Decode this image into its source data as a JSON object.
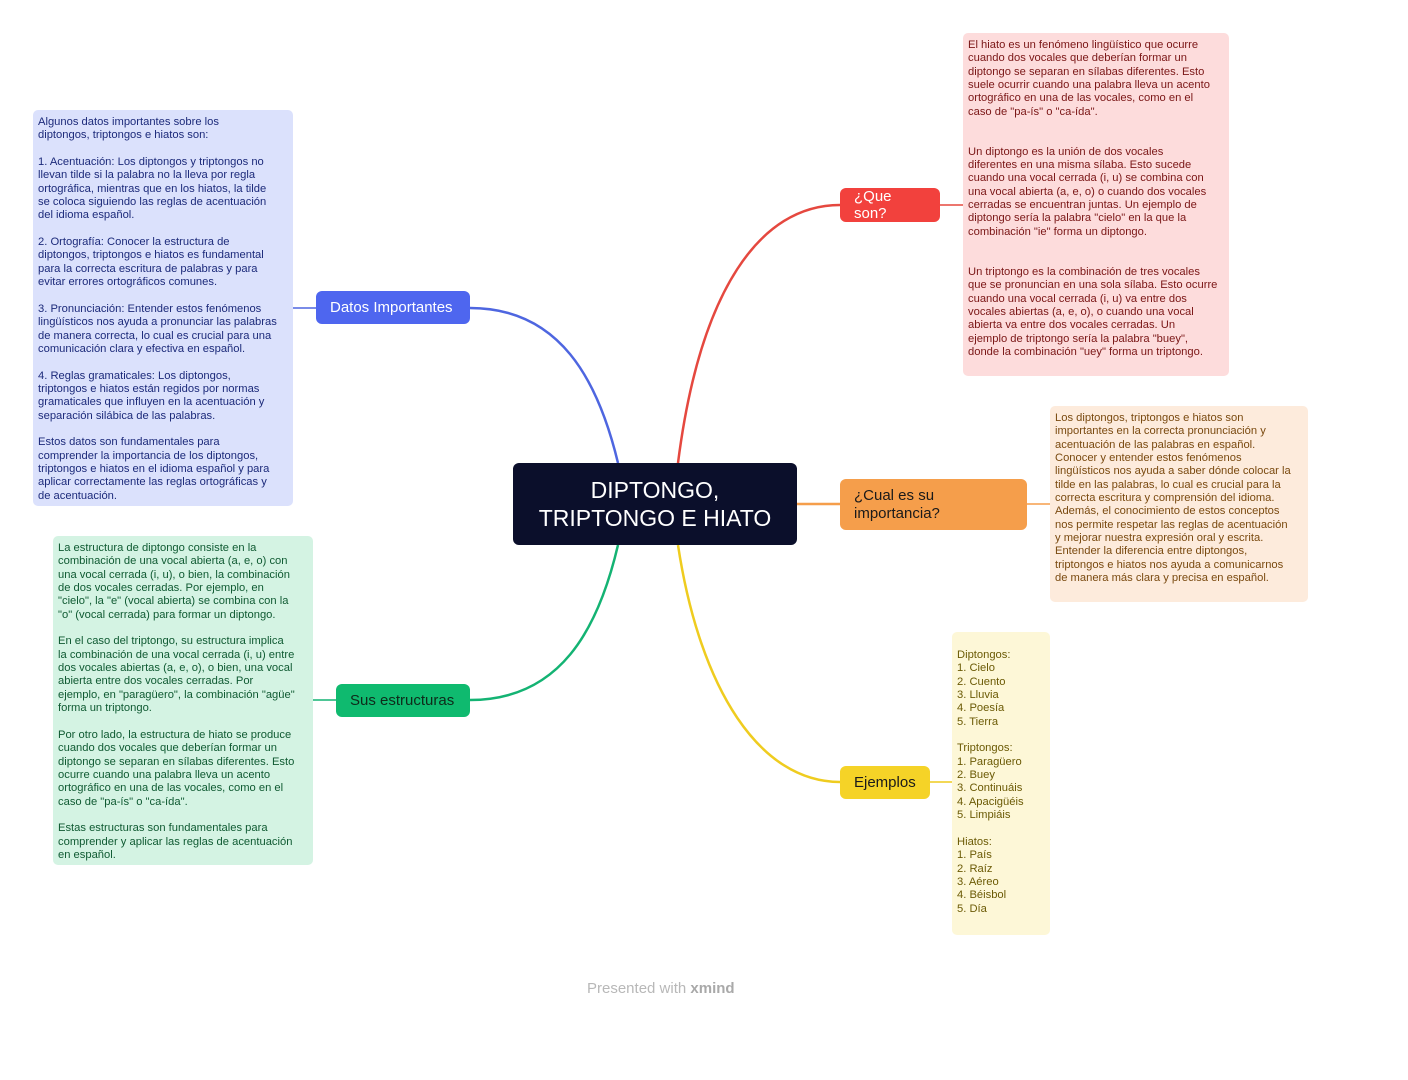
{
  "central": {
    "line1": "DIPTONGO,",
    "line2": "TRIPTONGO E HIATO"
  },
  "branches": {
    "que_son": {
      "label": "¿Que son?",
      "color": "#f2413d",
      "note_bg": "#fddcdc"
    },
    "importancia": {
      "label_line1": "¿Cual es su",
      "label_line2": "importancia?",
      "color": "#f59e4b",
      "note_bg": "#fdebdc"
    },
    "ejemplos": {
      "label": "Ejemplos",
      "color": "#f5d327",
      "note_bg": "#fdf7d7"
    },
    "estructuras": {
      "label": "Sus estructuras",
      "color": "#0fba6f",
      "note_bg": "#d4f3e3"
    },
    "datos": {
      "label": "Datos Importantes",
      "color": "#4e66ef",
      "note_bg": "#dbe1fc"
    }
  },
  "notes": {
    "que_son": "El hiato es un fenómeno lingüístico que ocurre\ncuando dos vocales que deberían formar un\ndiptongo se separan en sílabas diferentes. Esto\nsuele ocurrir cuando una palabra lleva un acento\nortográfico en una de las vocales, como en el\ncaso de \"pa-ís\" o \"ca-ída\".\n\n\nUn diptongo es la unión de dos vocales\ndiferentes en una misma sílaba. Esto sucede\ncuando una vocal cerrada (i, u) se combina con\nuna vocal abierta (a, e, o) o cuando dos vocales\ncerradas se encuentran juntas. Un ejemplo de\ndiptongo sería la palabra \"cielo\" en la que la\ncombinación \"ie\" forma un diptongo.\n\n\nUn triptongo es la combinación de tres vocales\nque se pronuncian en una sola sílaba. Esto ocurre\ncuando una vocal cerrada (i, u) va entre dos\nvocales abiertas (a, e, o), o cuando una vocal\nabierta va entre dos vocales cerradas. Un\nejemplo de triptongo sería la palabra \"buey\",\ndonde la combinación \"uey\" forma un triptongo.",
    "importancia": "Los diptongos, triptongos e hiatos son\nimportantes en la correcta pronunciación y\nacentuación de las palabras en español.\nConocer y entender estos fenómenos\nlingüísticos nos ayuda a saber dónde colocar la\ntilde en las palabras, lo cual es crucial para la\ncorrecta escritura y comprensión del idioma.\nAdemás, el conocimiento de estos conceptos\nnos permite respetar las reglas de acentuación\ny mejorar nuestra expresión oral y escrita.\nEntender la diferencia entre diptongos,\ntriptongos e hiatos nos ayuda a comunicarnos\nde manera más clara y precisa en español.",
    "ejemplos": "Diptongos:\n1. Cielo\n2. Cuento\n3. Lluvia\n4. Poesía\n5. Tierra\n\nTriptongos:\n1. Paragüero\n2. Buey\n3. Continuáis\n4. Apacigüéis\n5. Limpiáis\n\nHiatos:\n1. País\n2. Raíz\n3. Aéreo\n4. Béisbol\n5. Día",
    "estructuras": "La estructura de diptongo consiste en la\ncombinación de una vocal abierta (a, e, o) con\nuna vocal cerrada (i, u), o bien, la combinación\nde dos vocales cerradas. Por ejemplo, en\n\"cielo\", la \"e\" (vocal abierta) se combina con la\n\"o\" (vocal cerrada) para formar un diptongo.\n\nEn el caso del triptongo, su estructura implica\nla combinación de una vocal cerrada (i, u) entre\ndos vocales abiertas (a, e, o), o bien, una vocal\nabierta entre dos vocales cerradas. Por\nejemplo, en \"paragüero\", la combinación \"agüe\"\nforma un triptongo.\n\nPor otro lado, la estructura de hiato se produce\ncuando dos vocales que deberían formar un\ndiptongo se separan en sílabas diferentes. Esto\nocurre cuando una palabra lleva un acento\nortográfico en una de las vocales, como en el\ncaso de \"pa-ís\" o \"ca-ída\".\n\nEstas estructuras son fundamentales para\ncomprender y aplicar las reglas de acentuación\nen español.",
    "datos": "Algunos datos importantes sobre los\ndiptongos, triptongos e hiatos son:\n\n1. Acentuación: Los diptongos y triptongos no\nllevan tilde si la palabra no la lleva por regla\nortográfica, mientras que en los hiatos, la tilde\nse coloca siguiendo las reglas de acentuación\ndel idioma español.\n\n2. Ortografía: Conocer la estructura de\ndiptongos, triptongos e hiatos es fundamental\npara la correcta escritura de palabras y para\nevitar errores ortográficos comunes.\n\n3. Pronunciación: Entender estos fenómenos\nlingüísticos nos ayuda a pronunciar las palabras\nde manera correcta, lo cual es crucial para una\ncomunicación clara y efectiva en español.\n\n4. Reglas gramaticales: Los diptongos,\ntriptongos e hiatos están regidos por normas\ngramaticales que influyen en la acentuación y\nseparación silábica de las palabras.\n\nEstos datos son fundamentales para\ncomprender la importancia de los diptongos,\ntriptongos e hiatos en el idioma español y para\naplicar correctamente las reglas ortográficas y\nde acentuación."
  },
  "footer": {
    "prefix": "Presented with ",
    "brand": "xmind"
  }
}
